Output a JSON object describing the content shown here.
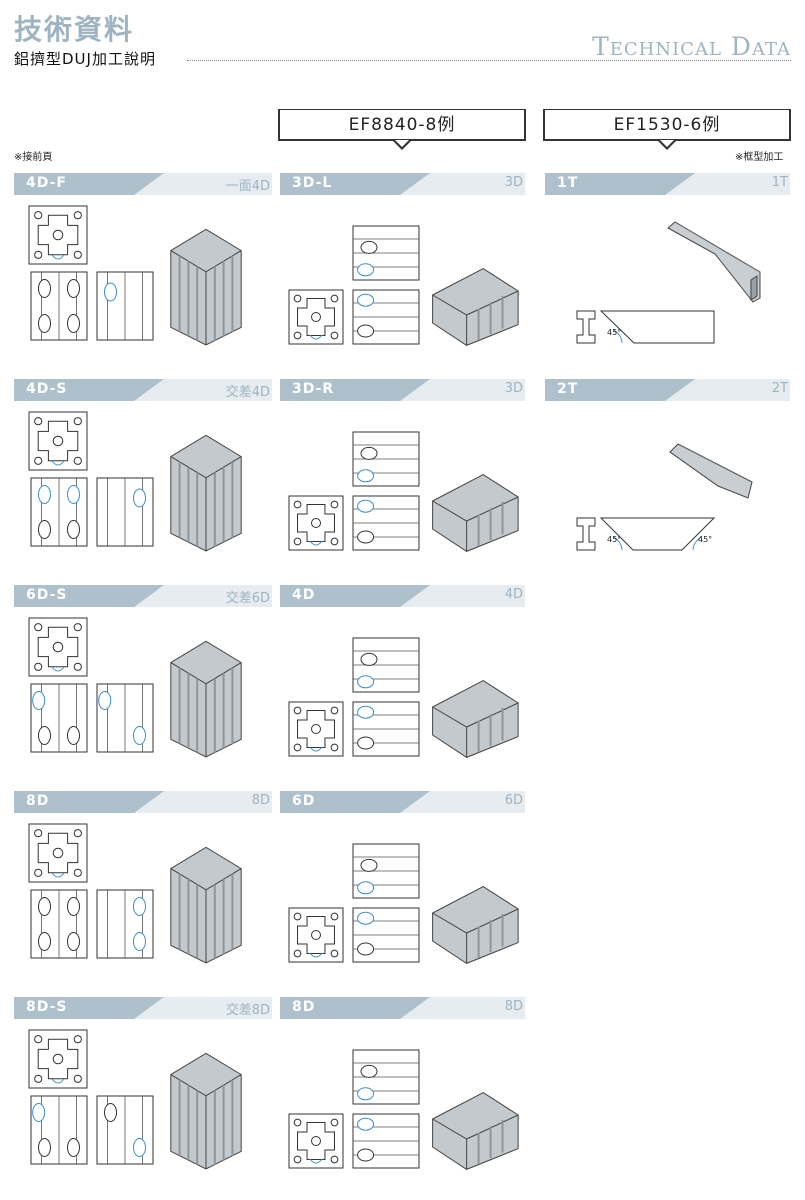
{
  "header": {
    "title_cn": "技術資料",
    "subtitle": "鋁擠型DUJ加工說明",
    "title_en": "Technical Data"
  },
  "notes": {
    "continued": "※接前頁",
    "frame": "※框型加工"
  },
  "columns": [
    {
      "label": "EF8840-8例"
    },
    {
      "label": "EF1530-6例"
    }
  ],
  "left_sections": [
    {
      "code": "4D-F",
      "desc": "一面4D"
    },
    {
      "code": "4D-S",
      "desc": "交差4D"
    },
    {
      "code": "6D-S",
      "desc": "交差6D"
    },
    {
      "code": "8D",
      "desc": "8D"
    },
    {
      "code": "8D-S",
      "desc": "交差8D"
    }
  ],
  "mid_sections": [
    {
      "code": "3D-L",
      "desc": "3D"
    },
    {
      "code": "3D-R",
      "desc": "3D"
    },
    {
      "code": "4D",
      "desc": "4D"
    },
    {
      "code": "6D",
      "desc": "6D"
    },
    {
      "code": "8D",
      "desc": "8D"
    }
  ],
  "right_sections": [
    {
      "code": "1T",
      "desc": "1T",
      "angles": [
        "45°"
      ]
    },
    {
      "code": "2T",
      "desc": "2T",
      "angles": [
        "45°",
        "45°"
      ]
    }
  ],
  "colors": {
    "accent": "#aec0cc",
    "title": "#9fb4c3",
    "line": "#333333",
    "blue": "#3a8fd0"
  }
}
